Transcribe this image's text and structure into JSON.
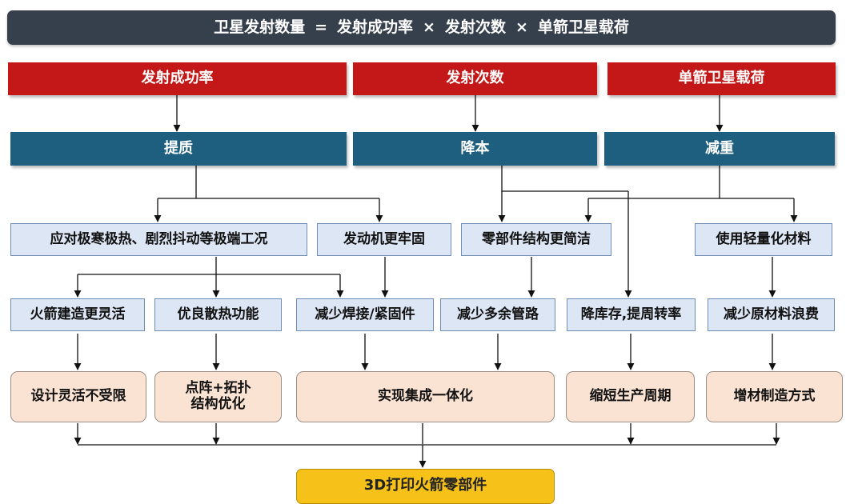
{
  "formula": {
    "lhs": "卫星发射数量",
    "eq": "=",
    "term1": "发射成功率",
    "op1": "×",
    "term2": "发射次数",
    "op2": "×",
    "term3": "单箭卫星载荷"
  },
  "factors": [
    "发射成功率",
    "发射次数",
    "单箭卫星载荷"
  ],
  "goals": [
    "提质",
    "降本",
    "减重"
  ],
  "needs": [
    "应对极寒极热、剧烈抖动等极端工况",
    "发动机更牢固",
    "零部件结构更简洁",
    "使用轻量化材料"
  ],
  "effects": [
    "火箭建造更灵活",
    "优良散热功能",
    "减少焊接/紧固件",
    "减少多余管路",
    "降库存,提周转率",
    "减少原材料浪费"
  ],
  "means": [
    "设计灵活不受限",
    "点阵+拓扑",
    "结构优化",
    "实现集成一体化",
    "缩短生产周期",
    "增材制造方式"
  ],
  "result": "3D打印火箭零部件",
  "colors": {
    "formula_bg": "#363f4c",
    "factor_red": "#c41818",
    "goal_blue": "#1e5e7e",
    "need_fill": "#dce6f4",
    "means_fill": "#fbe3d3",
    "result_yellow": "#f6c21a"
  }
}
